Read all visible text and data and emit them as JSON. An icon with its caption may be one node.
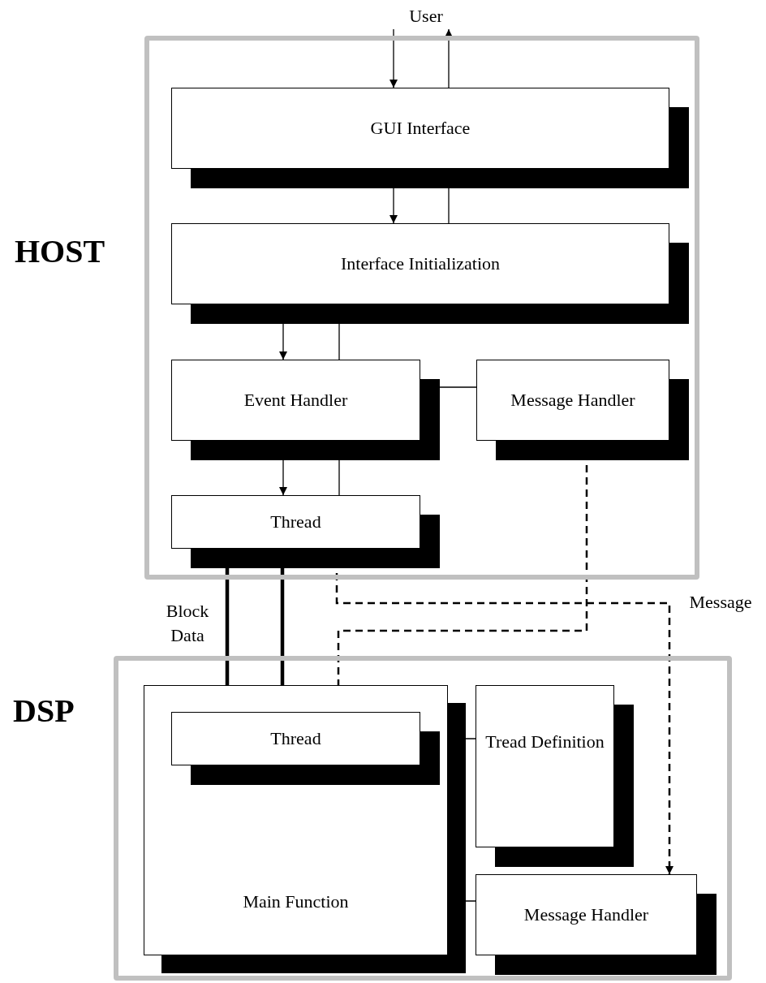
{
  "diagram": {
    "nodes": [
      {
        "text": [
          "HOST"
        ]
      },
      {
        "text": [
          "User"
        ]
      },
      {
        "text": [
          "GUI Interface"
        ],
        "in": 0
      },
      {
        "text": [
          "Interface Initialization"
        ],
        "in": 0
      },
      {
        "text": [
          "Event Handler"
        ],
        "in": 0
      },
      {
        "text": [
          "Message Handler"
        ],
        "in": 0
      },
      {
        "text": [
          "Thread"
        ],
        "in": 0
      },
      {
        "text": [
          "DSP"
        ]
      },
      {
        "text": [
          "Main Function"
        ],
        "in": 7
      },
      {
        "text": [
          "Thread"
        ],
        "in": 8
      },
      {
        "text": [
          "Tread Definition"
        ],
        "in": 7
      },
      {
        "text": [
          "Message Handler"
        ],
        "in": 7
      }
    ],
    "edges": [
      {
        "from": 1,
        "to": 2,
        "arrow": "to"
      },
      {
        "from": 2,
        "to": 1,
        "arrow": "to"
      },
      {
        "from": 2,
        "to": 3,
        "arrow": "to"
      },
      {
        "from": 3,
        "to": 2,
        "arrow": "none"
      },
      {
        "from": 3,
        "to": 4,
        "arrow": "to"
      },
      {
        "from": 4,
        "to": 3,
        "arrow": "none"
      },
      {
        "from": 4,
        "to": 6,
        "arrow": "to"
      },
      {
        "from": 6,
        "to": 4,
        "arrow": "none"
      },
      {
        "from": 4,
        "to": 5,
        "arrow": "none"
      },
      {
        "from": 6,
        "to": 9,
        "arrow": "to",
        "style": "thick",
        "label": "Block Data"
      },
      {
        "from": 9,
        "to": 6,
        "arrow": "to",
        "style": "thick"
      },
      {
        "from": 6,
        "to": 11,
        "arrow": "to",
        "style": "dashed",
        "label": "Message"
      },
      {
        "from": 5,
        "to": 9,
        "arrow": "none",
        "style": "dashed"
      },
      {
        "from": 9,
        "to": 10,
        "arrow": "none"
      },
      {
        "from": 11,
        "to": 8,
        "arrow": "none"
      }
    ]
  }
}
